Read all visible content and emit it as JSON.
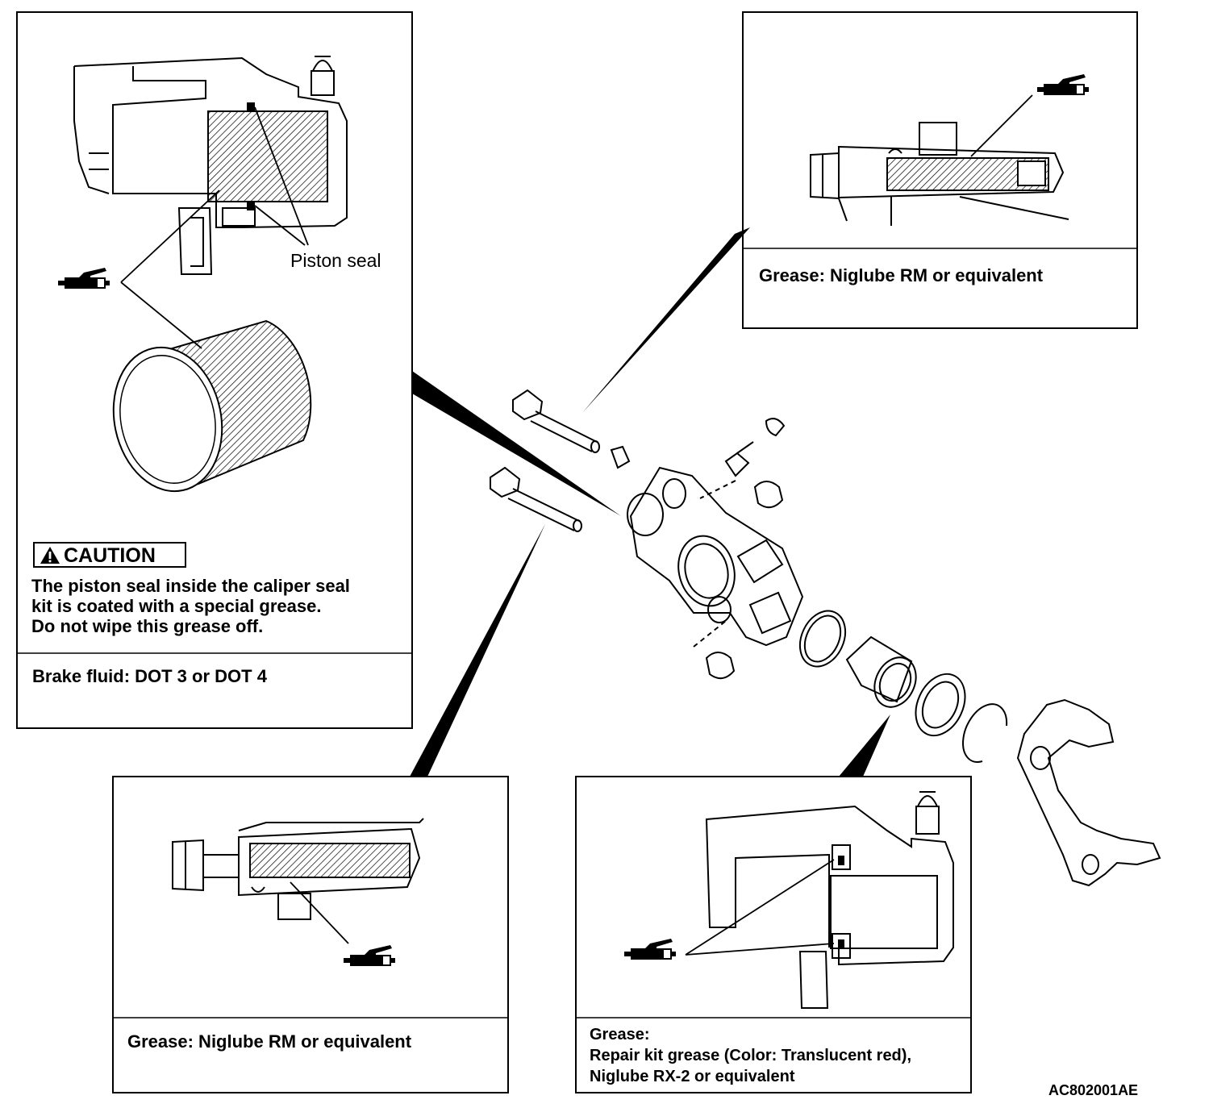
{
  "panels": {
    "top_left": {
      "label": "Piston seal",
      "caution": {
        "title": "CAUTION",
        "lines": [
          "The piston seal inside the caliper seal",
          "kit is coated with a special grease.",
          "Do not wipe this grease off."
        ]
      },
      "note": "Brake fluid: DOT 3 or DOT 4"
    },
    "top_right": {
      "note": "Grease: Niglube RM or equivalent"
    },
    "bottom_left": {
      "note": "Grease: Niglube RM or equivalent"
    },
    "bottom_right": {
      "note_lines": [
        "Grease:",
        "Repair kit grease (Color: Translucent red),",
        "Niglube RX-2 or equivalent"
      ]
    }
  },
  "figure_code": "AC802001AE",
  "icons": [
    "grease-gun-icon",
    "warning-triangle-icon"
  ],
  "colors": {
    "ink": "#000000",
    "paper": "#ffffff"
  }
}
